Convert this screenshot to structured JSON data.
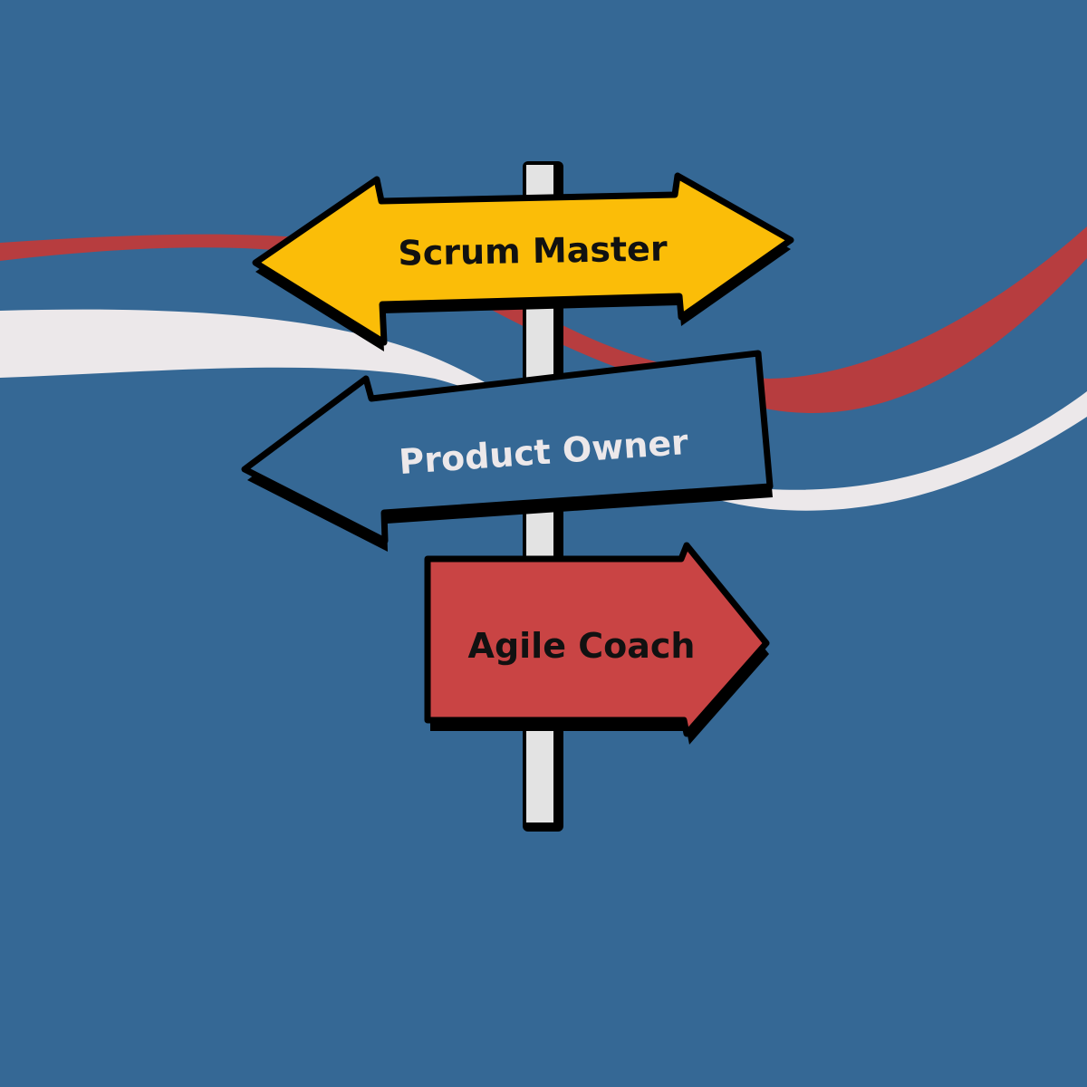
{
  "colors": {
    "background": "#356895",
    "ribbon_red": "#b73d3f",
    "ribbon_white": "#ece8ea",
    "pole": "#e3e3e3",
    "outline": "#000000",
    "sign_yellow": "#fbbd08",
    "sign_blue": "#356895",
    "sign_red": "#c94444",
    "text_dark": "#111111",
    "text_light": "#ece8ea"
  },
  "signs": [
    {
      "label": "Scrum Master",
      "direction": "both"
    },
    {
      "label": "Product Owner",
      "direction": "left"
    },
    {
      "label": "Agile Coach",
      "direction": "right"
    }
  ]
}
